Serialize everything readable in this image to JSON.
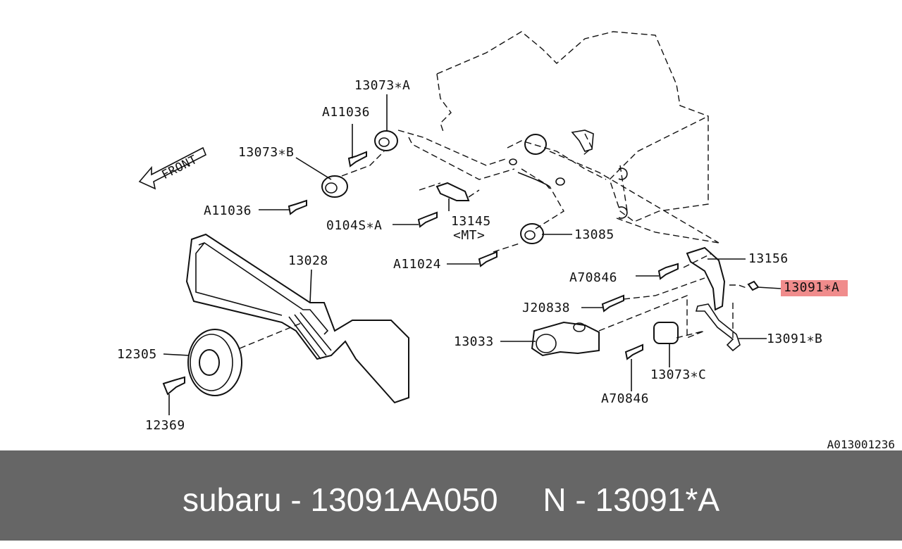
{
  "diagram": {
    "front_label": "FRONT",
    "reference_code": "A013001236",
    "callouts": [
      {
        "id": "13073-a",
        "text": "13073∗A",
        "highlighted": false
      },
      {
        "id": "a11036-top",
        "text": "A11036",
        "highlighted": false
      },
      {
        "id": "13073-b",
        "text": "13073∗B",
        "highlighted": false
      },
      {
        "id": "a11036-left",
        "text": "A11036",
        "highlighted": false
      },
      {
        "id": "0104s-a",
        "text": "0104S∗A",
        "highlighted": false
      },
      {
        "id": "13145",
        "text": "13145",
        "highlighted": false
      },
      {
        "id": "mt",
        "text": "<MT>",
        "highlighted": false
      },
      {
        "id": "13085",
        "text": "13085",
        "highlighted": false
      },
      {
        "id": "a11024",
        "text": "A11024",
        "highlighted": false
      },
      {
        "id": "13028",
        "text": "13028",
        "highlighted": false
      },
      {
        "id": "13156",
        "text": "13156",
        "highlighted": false
      },
      {
        "id": "a70846-top",
        "text": "A70846",
        "highlighted": false
      },
      {
        "id": "13091-a",
        "text": "13091∗A",
        "highlighted": true
      },
      {
        "id": "j20838",
        "text": "J20838",
        "highlighted": false
      },
      {
        "id": "13033",
        "text": "13033",
        "highlighted": false
      },
      {
        "id": "13091-b",
        "text": "13091∗B",
        "highlighted": false
      },
      {
        "id": "12305",
        "text": "12305",
        "highlighted": false
      },
      {
        "id": "13073-c",
        "text": "13073∗C",
        "highlighted": false
      },
      {
        "id": "a70846-bottom",
        "text": "A70846",
        "highlighted": false
      },
      {
        "id": "12369",
        "text": "12369",
        "highlighted": false
      }
    ],
    "highlight_color": "#f08c8c"
  },
  "footer": {
    "caption": "subaru - 13091AA050     N - 13091*A",
    "background": "#666666"
  }
}
